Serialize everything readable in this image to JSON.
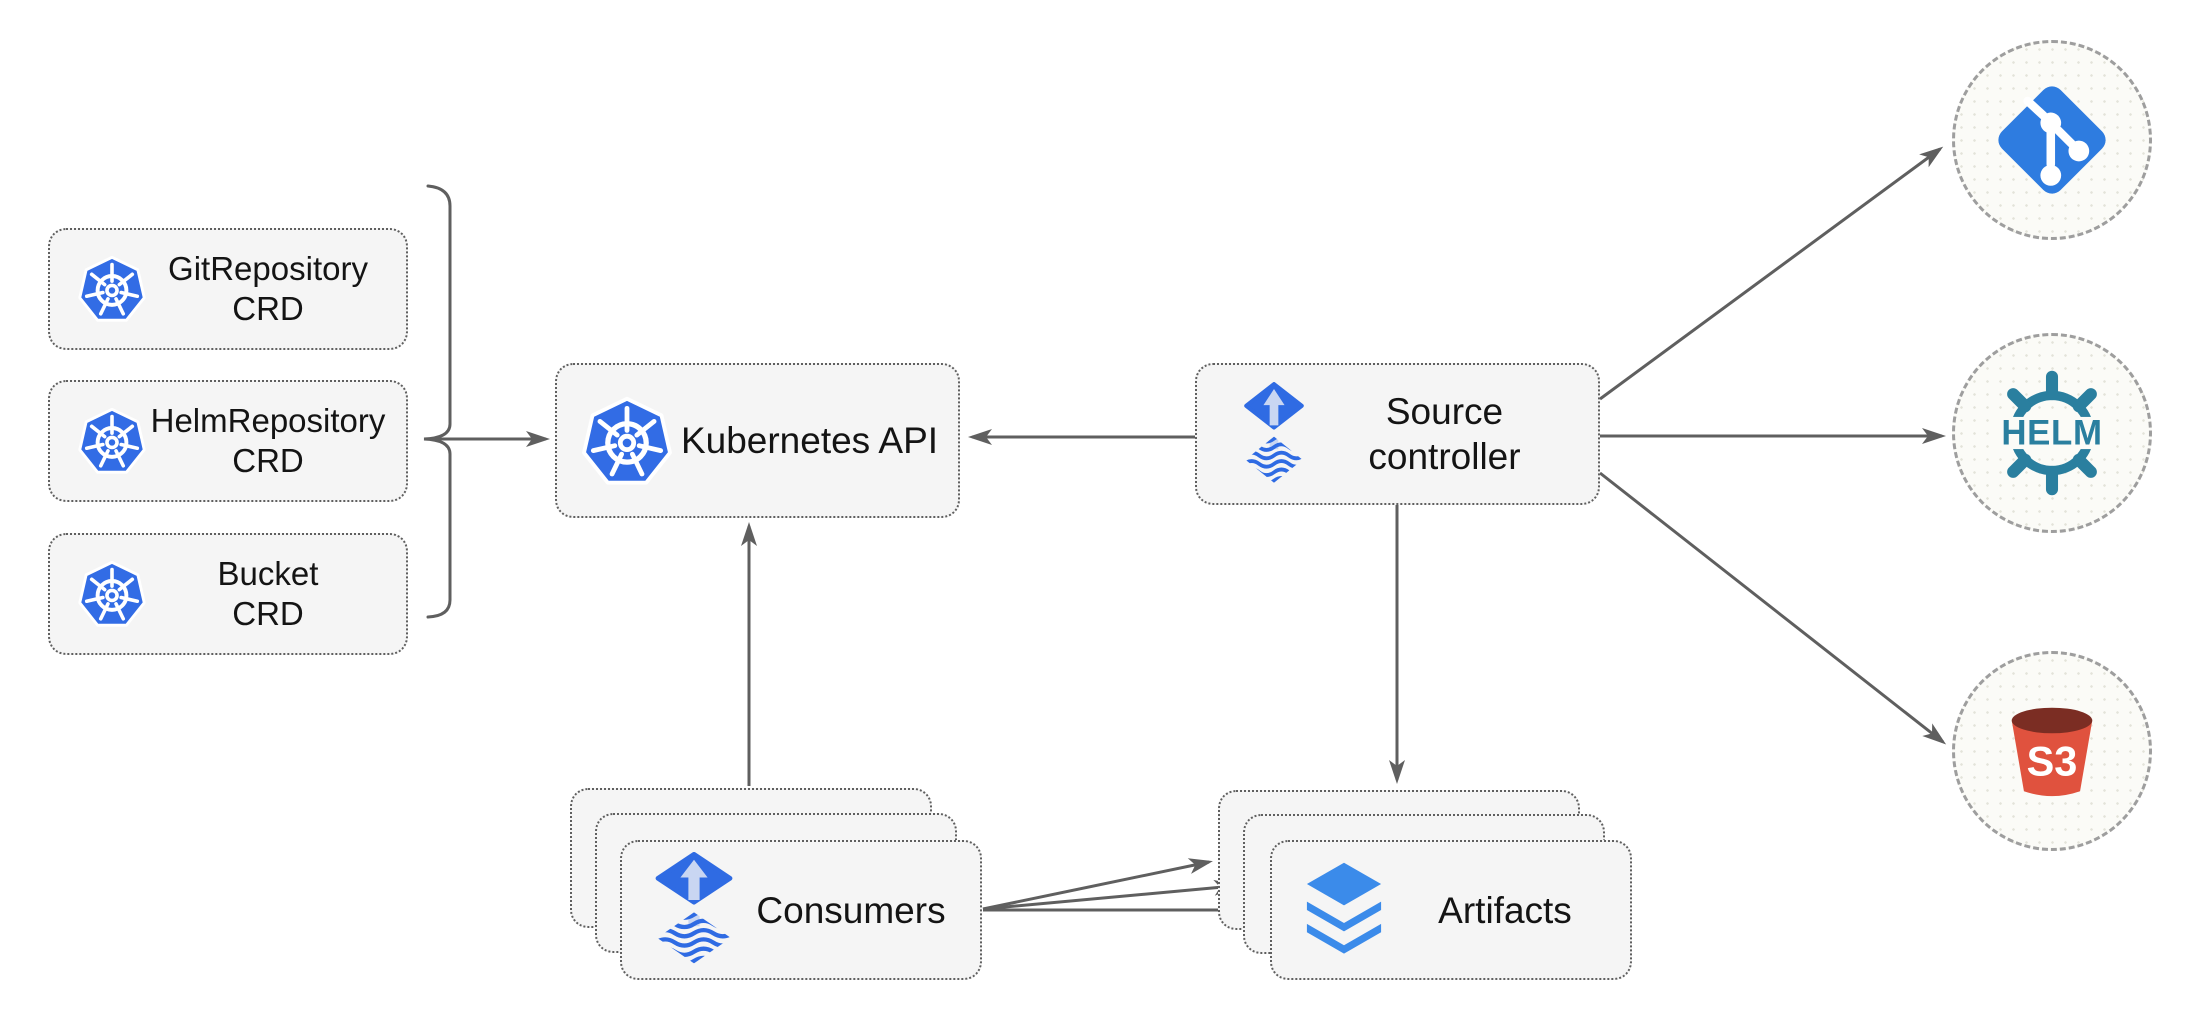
{
  "diagram": {
    "crd_boxes": [
      {
        "line1": "GitRepository",
        "line2": "CRD",
        "icon": "kubernetes-icon"
      },
      {
        "line1": "HelmRepository",
        "line2": "CRD",
        "icon": "kubernetes-icon"
      },
      {
        "line1": "Bucket",
        "line2": "CRD",
        "icon": "kubernetes-icon"
      }
    ],
    "nodes": {
      "kubernetes_api": {
        "label": "Kubernetes API",
        "icon": "kubernetes-icon"
      },
      "source_controller": {
        "line1": "Source",
        "line2": "controller",
        "icon": "flux-icon"
      },
      "consumers": {
        "label": "Consumers",
        "icon": "flux-icon",
        "stacked": 3
      },
      "artifacts": {
        "label": "Artifacts",
        "icon": "layers-icon",
        "stacked": 3
      }
    },
    "remote_sources": {
      "git": {
        "icon": "git-icon"
      },
      "helm": {
        "icon": "helm-icon",
        "label": "HELM"
      },
      "s3": {
        "icon": "s3-bucket-icon",
        "label": "S3"
      }
    },
    "edges": [
      {
        "from": "crd-group-bracket",
        "to": "kubernetes-api"
      },
      {
        "from": "source-controller",
        "to": "kubernetes-api"
      },
      {
        "from": "consumers",
        "to": "kubernetes-api"
      },
      {
        "from": "source-controller",
        "to": "artifacts"
      },
      {
        "from": "source-controller",
        "to": "git"
      },
      {
        "from": "source-controller",
        "to": "helm"
      },
      {
        "from": "source-controller",
        "to": "s3"
      },
      {
        "from": "consumers",
        "to": "artifacts-back"
      },
      {
        "from": "consumers",
        "to": "artifacts-middle"
      },
      {
        "from": "consumers",
        "to": "artifacts-front"
      }
    ],
    "colors": {
      "kubernetes_blue": "#326CE5",
      "flux_blue": "#2F6BE3",
      "flux_arrow_light": "#C9D6F2",
      "git_blue": "#2E7CE0",
      "helm_teal": "#2A7F9F",
      "s3_red": "#E0523E",
      "s3_dark_red": "#7B2D23",
      "layers_blue": "#3B8BEA",
      "node_fill": "#F5F5F5",
      "node_border": "#5F5F5F",
      "arrow": "#5F5F5F",
      "circle_fill": "#FBFBF7",
      "circle_border": "#9E9E9E",
      "text": "#141414"
    }
  }
}
